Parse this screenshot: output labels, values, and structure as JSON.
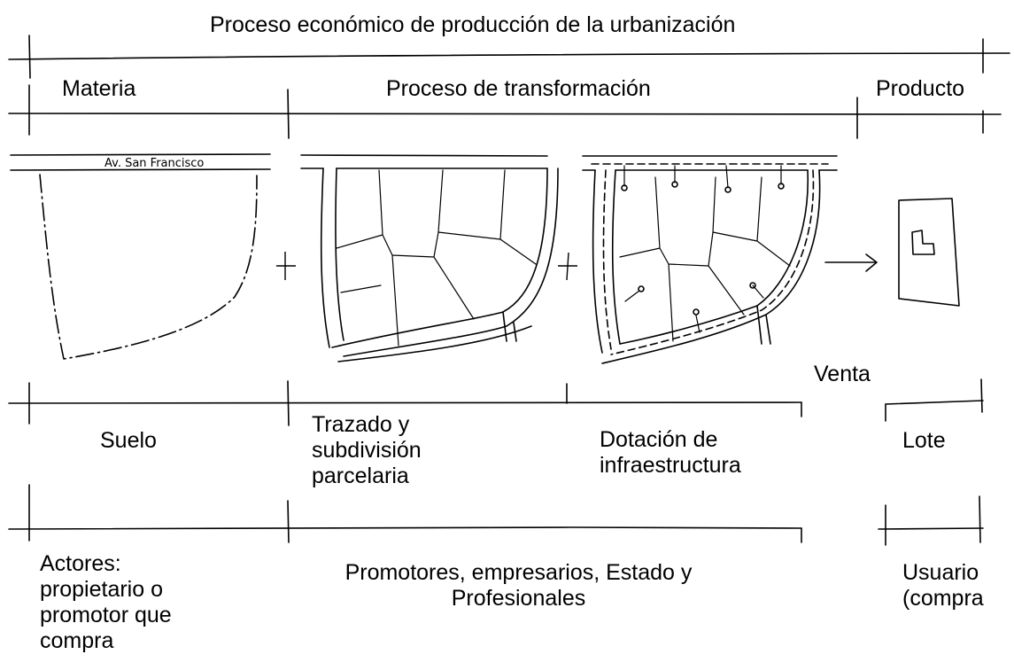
{
  "title": "Proceso económico de producción de la urbanización",
  "stages": {
    "materia": "Materia",
    "proceso": "Proceso de transformación",
    "producto": "Producto"
  },
  "sketch": {
    "street_label": "Av. San Francisco",
    "plus_1": "+",
    "plus_2": "+",
    "arrow": "→"
  },
  "steps": {
    "suelo": "Suelo",
    "trazado": "Trazado y\nsubdivisión\nparcelaria",
    "dotacion": "Dotación de\ninfraestructura",
    "venta": "Venta",
    "lote": "Lote"
  },
  "actors": {
    "actores": "Actores:\npropietario o\npromotor que\ncompra",
    "promotores": "Promotores, empresarios, Estado y\nProfesionales",
    "usuario": "Usuario\n(compra"
  }
}
